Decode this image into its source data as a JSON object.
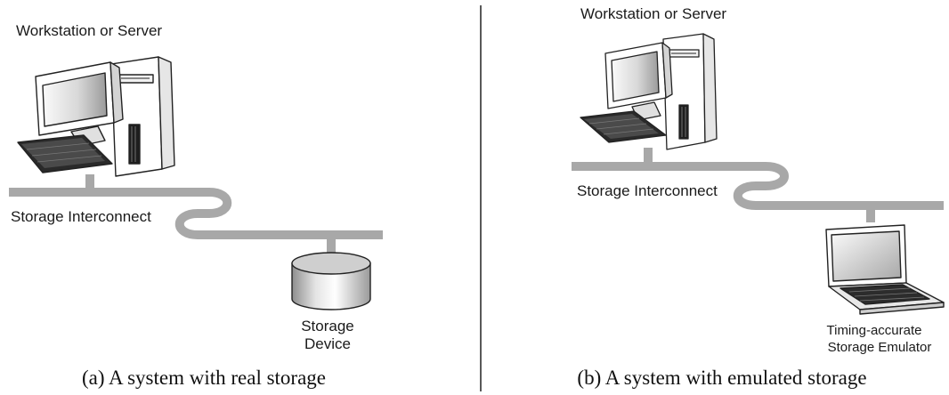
{
  "panel_a": {
    "host_label": "Workstation or Server",
    "bus_label": "Storage Interconnect",
    "device_label_line1": "Storage",
    "device_label_line2": "Device",
    "caption": "(a) A system with real storage"
  },
  "panel_b": {
    "host_label": "Workstation or Server",
    "bus_label": "Storage Interconnect",
    "device_label_line1": "Timing-accurate",
    "device_label_line2": "Storage Emulator",
    "caption": "(b) A system with emulated storage"
  },
  "colors": {
    "cable": "#a8a8a8",
    "outline": "#222222",
    "screen_light": "#f2f2f2",
    "screen_dark": "#8c8c8c"
  },
  "icons": {
    "host": "desktop-computer-icon",
    "disk": "storage-cylinder-icon",
    "laptop": "laptop-icon"
  }
}
